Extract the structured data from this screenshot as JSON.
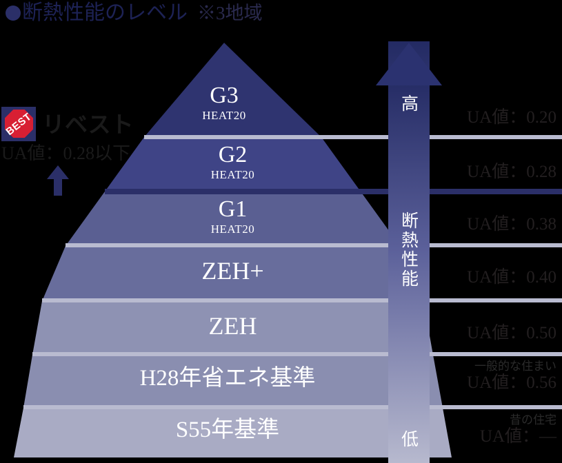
{
  "title": {
    "bullet_icon": "filled-circle-icon",
    "main": "断熱性能のレベル",
    "note": "※3地域"
  },
  "badge": {
    "mark_text": "BEST",
    "brand": "リベスト",
    "ua_text": "UA値：0.28以下",
    "arrow_icon": "up-arrow-pointer-icon"
  },
  "center_arrow": {
    "top_label": "高",
    "mid_label": "断熱性能",
    "bottom_label": "低",
    "top_color": "#232a63",
    "bottom_color": "#b4b6cd"
  },
  "pyramid": {
    "tiers": [
      {
        "name": "G3",
        "sub": "HEAT20",
        "color": "#2f3470"
      },
      {
        "name": "G2",
        "sub": "HEAT20",
        "color": "#3f4486"
      },
      {
        "name": "G1",
        "sub": "HEAT20",
        "color": "#5a5f92"
      },
      {
        "name": "ZEH+",
        "sub": "",
        "color": "#686d9c"
      },
      {
        "name": "ZEH",
        "sub": "",
        "color": "#8e92b3"
      },
      {
        "name": "H28年省エネ基準",
        "sub": "",
        "color": "#8a8eb0"
      },
      {
        "name": "S55年基準",
        "sub": "",
        "color": "#a9abc4"
      }
    ]
  },
  "ua_column": {
    "rows": [
      {
        "caption": "",
        "value": "UA値：0.20"
      },
      {
        "caption": "",
        "value": "UA値：0.28"
      },
      {
        "caption": "",
        "value": "UA値：0.38"
      },
      {
        "caption": "",
        "value": "UA値：0.40"
      },
      {
        "caption": "",
        "value": "UA値：0.50"
      },
      {
        "caption": "一般的な住まい",
        "value": "UA値：0.56"
      },
      {
        "caption": "昔の住宅",
        "value": "UA値：—"
      }
    ]
  },
  "chart_data": {
    "type": "bar",
    "title": "断熱性能のレベル ※3地域",
    "categories": [
      "G3",
      "G2",
      "G1",
      "ZEH+",
      "ZEH",
      "H28年省エネ基準",
      "S55年基準"
    ],
    "values": [
      0.2,
      0.28,
      0.38,
      0.4,
      0.5,
      0.56,
      null
    ],
    "ylabel": "UA値",
    "annotations": [
      "リベスト UA値：0.28以下",
      "一般的な住まい",
      "昔の住宅"
    ]
  }
}
